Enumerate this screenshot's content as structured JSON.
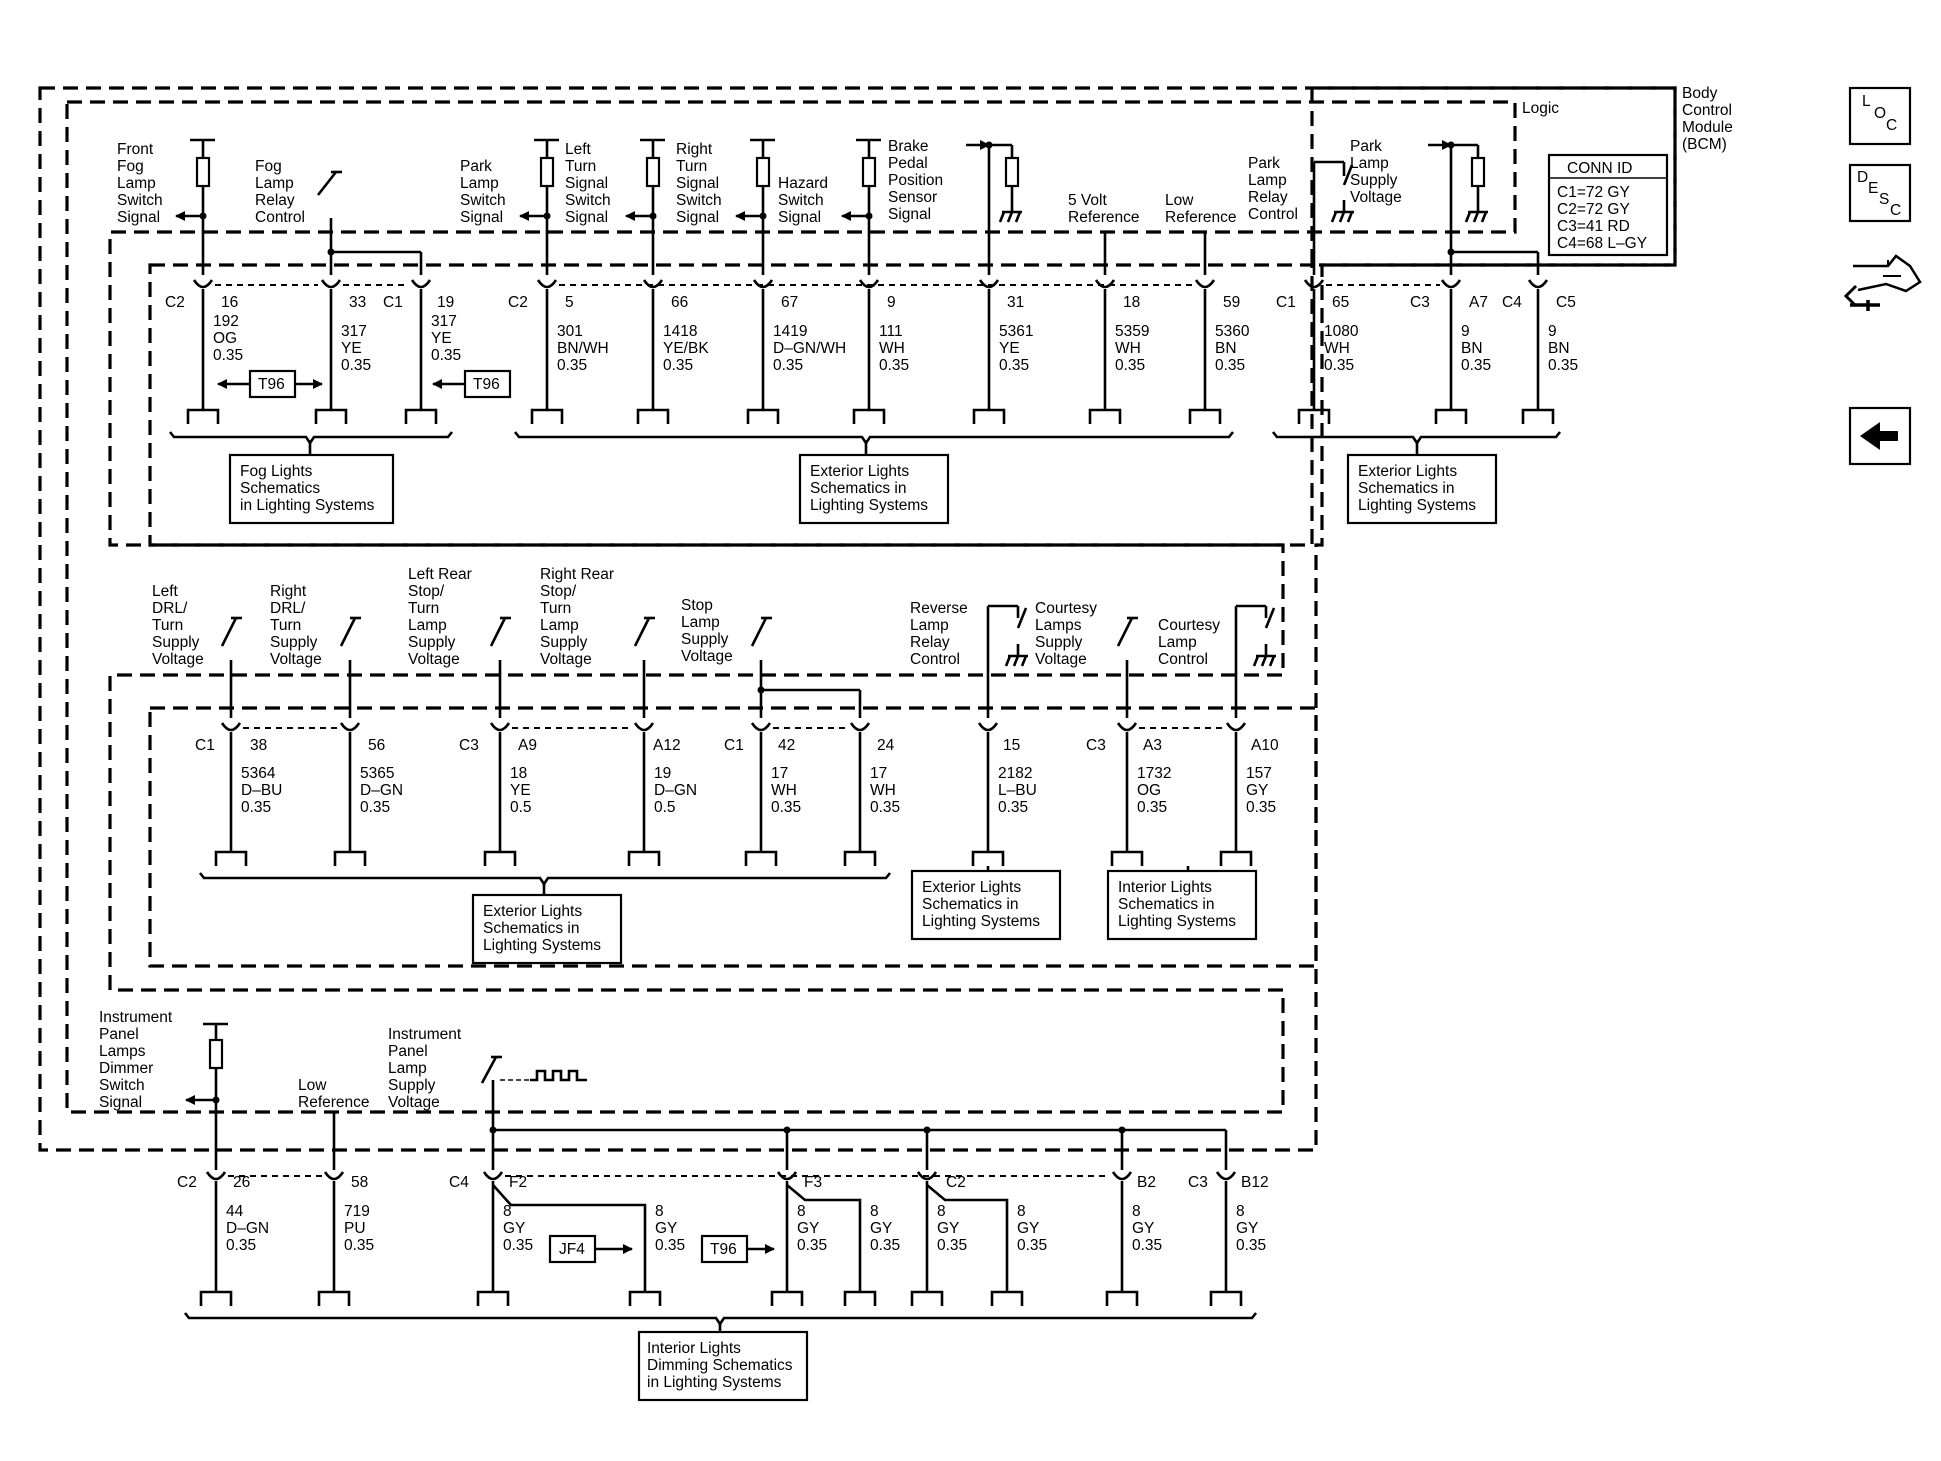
{
  "module": {
    "name_lines": [
      "Body",
      "Control",
      "Module",
      "(BCM)"
    ],
    "logic_label": "Logic"
  },
  "conn_id": {
    "title": "CONN ID",
    "rows": [
      "C1=72 GY",
      "C2=72 GY",
      "C3=41 RD",
      "C4=68 L–GY"
    ]
  },
  "nav": {
    "loc": [
      "L",
      "O",
      "C"
    ],
    "desc": [
      "D",
      "E",
      "S",
      "C"
    ],
    "loc_icon": "loc-button-icon",
    "desc_icon": "desc-button-icon",
    "harness_icon": "harness-connector-icon",
    "back_icon": "back-arrow-icon"
  },
  "rows": [
    {
      "id": "row1",
      "signals": [
        {
          "label": [
            "Front",
            "Fog",
            "Lamp",
            "Switch",
            "Signal"
          ],
          "conn": "C2",
          "pin": "16",
          "circuit": "192",
          "color": "OG",
          "size": "0.35"
        },
        {
          "label": [
            "Fog",
            "Lamp",
            "Relay",
            "Control"
          ],
          "pin": "33",
          "circuit": "317",
          "color": "YE",
          "size": "0.35"
        },
        {
          "conn": "C1",
          "pin": "19",
          "circuit": "317",
          "color": "YE",
          "size": "0.35"
        },
        {
          "label": [
            "Park",
            "Lamp",
            "Switch",
            "Signal"
          ],
          "conn": "C2",
          "pin": "5",
          "circuit": "301",
          "color": "BN/WH",
          "size": "0.35"
        },
        {
          "label": [
            "Left",
            "Turn",
            "Signal",
            "Switch",
            "Signal"
          ],
          "pin": "66",
          "circuit": "1418",
          "color": "YE/BK",
          "size": "0.35"
        },
        {
          "label": [
            "Right",
            "Turn",
            "Signal",
            "Switch",
            "Signal"
          ],
          "pin": "67",
          "circuit": "1419",
          "color": "D–GN/WH",
          "size": "0.35"
        },
        {
          "label": [
            "Hazard",
            "Switch",
            "Signal"
          ],
          "pin": "9",
          "circuit": "111",
          "color": "WH",
          "size": "0.35"
        },
        {
          "label": [
            "Brake",
            "Pedal",
            "Position",
            "Sensor",
            "Signal"
          ],
          "pin": "31",
          "circuit": "5361",
          "color": "YE",
          "size": "0.35"
        },
        {
          "label": [
            "5 Volt",
            "Reference"
          ],
          "pin": "18",
          "circuit": "5359",
          "color": "WH",
          "size": "0.35"
        },
        {
          "label": [
            "Low",
            "Reference"
          ],
          "pin": "59",
          "circuit": "5360",
          "color": "BN",
          "size": "0.35"
        },
        {
          "label": [
            "Park",
            "Lamp",
            "Relay",
            "Control"
          ],
          "conn": "C1",
          "pin": "65",
          "circuit": "1080",
          "color": "WH",
          "size": "0.35"
        },
        {
          "label": [
            "Park",
            "Lamp",
            "Supply",
            "Voltage"
          ],
          "conn": "C3",
          "pin": "A7",
          "circuit": "9",
          "color": "BN",
          "size": "0.35"
        },
        {
          "conn": "C4",
          "pin": "C5",
          "circuit": "9",
          "color": "BN",
          "size": "0.35"
        }
      ],
      "references": [
        "T96",
        "T96"
      ],
      "destinations": [
        [
          "Fog Lights",
          "Schematics",
          "in Lighting Systems"
        ],
        [
          "Exterior Lights",
          "Schematics in",
          "Lighting Systems"
        ],
        [
          "Exterior Lights",
          "Schematics in",
          "Lighting Systems"
        ]
      ]
    },
    {
      "id": "row2",
      "signals": [
        {
          "label": [
            "Left",
            "DRL/",
            "Turn",
            "Supply",
            "Voltage"
          ],
          "conn": "C1",
          "pin": "38",
          "circuit": "5364",
          "color": "D–BU",
          "size": "0.35"
        },
        {
          "label": [
            "Right",
            "DRL/",
            "Turn",
            "Supply",
            "Voltage"
          ],
          "pin": "56",
          "circuit": "5365",
          "color": "D–GN",
          "size": "0.35"
        },
        {
          "label": [
            "Left Rear",
            "Stop/",
            "Turn",
            "Lamp",
            "Supply",
            "Voltage"
          ],
          "conn": "C3",
          "pin": "A9",
          "circuit": "18",
          "color": "YE",
          "size": "0.5"
        },
        {
          "label": [
            "Right Rear",
            "Stop/",
            "Turn",
            "Lamp",
            "Supply",
            "Voltage"
          ],
          "pin": "A12",
          "circuit": "19",
          "color": "D–GN",
          "size": "0.5"
        },
        {
          "label": [
            "Stop",
            "Lamp",
            "Supply",
            "Voltage"
          ],
          "conn": "C1",
          "pin": "42",
          "circuit": "17",
          "color": "WH",
          "size": "0.35"
        },
        {
          "pin": "24",
          "circuit": "17",
          "color": "WH",
          "size": "0.35"
        },
        {
          "label": [
            "Reverse",
            "Lamp",
            "Relay",
            "Control"
          ],
          "pin": "15",
          "circuit": "2182",
          "color": "L–BU",
          "size": "0.35"
        },
        {
          "label": [
            "Courtesy",
            "Lamps",
            "Supply",
            "Voltage"
          ],
          "conn": "C3",
          "pin": "A3",
          "circuit": "1732",
          "color": "OG",
          "size": "0.35"
        },
        {
          "label": [
            "Courtesy",
            "Lamp",
            "Control"
          ],
          "pin": "A10",
          "circuit": "157",
          "color": "GY",
          "size": "0.35"
        }
      ],
      "destinations": [
        [
          "Exterior Lights",
          "Schematics in",
          "Lighting Systems"
        ],
        [
          "Exterior Lights",
          "Schematics in",
          "Lighting Systems"
        ],
        [
          "Interior Lights",
          "Schematics in",
          "Lighting Systems"
        ]
      ]
    },
    {
      "id": "row3",
      "signals": [
        {
          "label": [
            "Instrument",
            "Panel",
            "Lamps",
            "Dimmer",
            "Switch",
            "Signal"
          ],
          "conn": "C2",
          "pin": "26",
          "circuit": "44",
          "color": "D–GN",
          "size": "0.35"
        },
        {
          "label": [
            "Low",
            "Reference"
          ],
          "pin": "58",
          "circuit": "719",
          "color": "PU",
          "size": "0.35"
        },
        {
          "label": [
            "Instrument",
            "Panel",
            "Lamp",
            "Supply",
            "Voltage"
          ],
          "conn": "C4",
          "pin": "F2",
          "circuit": "8",
          "color": "GY",
          "size": "0.35"
        },
        {
          "circuit": "8",
          "color": "GY",
          "size": "0.35"
        },
        {
          "pin": "F3",
          "circuit": "8",
          "color": "GY",
          "size": "0.35"
        },
        {
          "circuit": "8",
          "color": "GY",
          "size": "0.35"
        },
        {
          "pin": "C2",
          "circuit": "8",
          "color": "GY",
          "size": "0.35"
        },
        {
          "circuit": "8",
          "color": "GY",
          "size": "0.35"
        },
        {
          "pin": "B2",
          "circuit": "8",
          "color": "GY",
          "size": "0.35"
        },
        {
          "conn": "C3",
          "pin": "B12",
          "circuit": "8",
          "color": "GY",
          "size": "0.35"
        }
      ],
      "references": [
        "JF4",
        "T96"
      ],
      "destinations": [
        [
          "Interior Lights",
          "Dimming Schematics",
          "in Lighting Systems"
        ]
      ]
    }
  ]
}
